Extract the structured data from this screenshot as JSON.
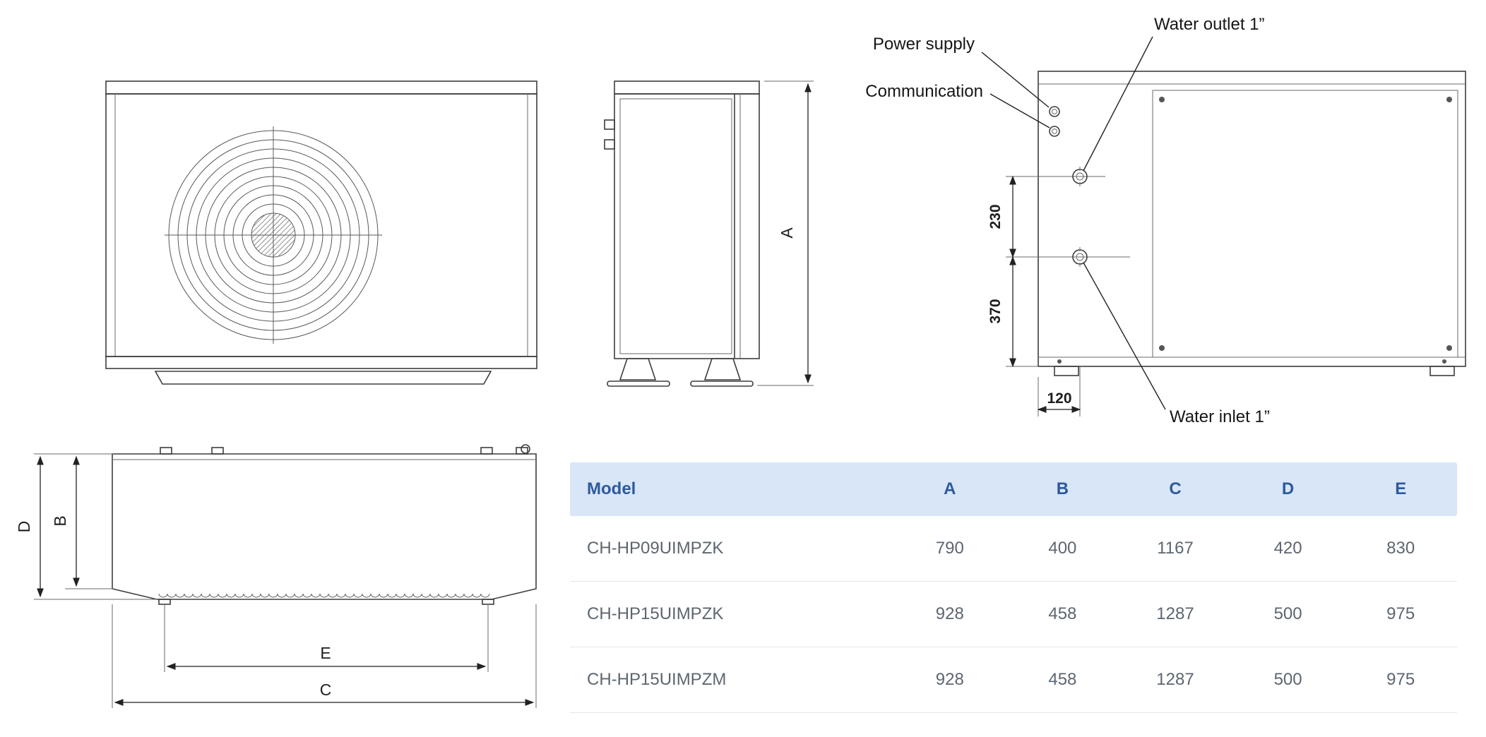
{
  "drawing": {
    "back_view": {
      "power_supply_label": "Power supply",
      "communication_label": "Communication",
      "water_outlet_label": "Water outlet 1”",
      "water_inlet_label": "Water inlet 1”",
      "dim_outlet_inlet": "230",
      "dim_inlet_base": "370",
      "dim_inlet_offset": "120"
    },
    "side_view": {
      "dim_height": "A"
    },
    "top_view": {
      "dim_depth": "D",
      "dim_inner_depth": "B",
      "dim_feet_span": "E",
      "dim_width": "C"
    }
  },
  "table": {
    "headers": [
      "Model",
      "A",
      "B",
      "C",
      "D",
      "E"
    ],
    "rows": [
      {
        "model": "CH-HP09UIMPZK",
        "A": "790",
        "B": "400",
        "C": "1167",
        "D": "420",
        "E": "830"
      },
      {
        "model": "CH-HP15UIMPZK",
        "A": "928",
        "B": "458",
        "C": "1287",
        "D": "500",
        "E": "975"
      },
      {
        "model": "CH-HP15UIMPZM",
        "A": "928",
        "B": "458",
        "C": "1287",
        "D": "500",
        "E": "975"
      }
    ]
  },
  "colors": {
    "table_header_bg": "#d9e6f8",
    "table_header_text": "#2d5a9b",
    "table_cell_text": "#5d6670",
    "line_color": "#3d3d3d"
  }
}
